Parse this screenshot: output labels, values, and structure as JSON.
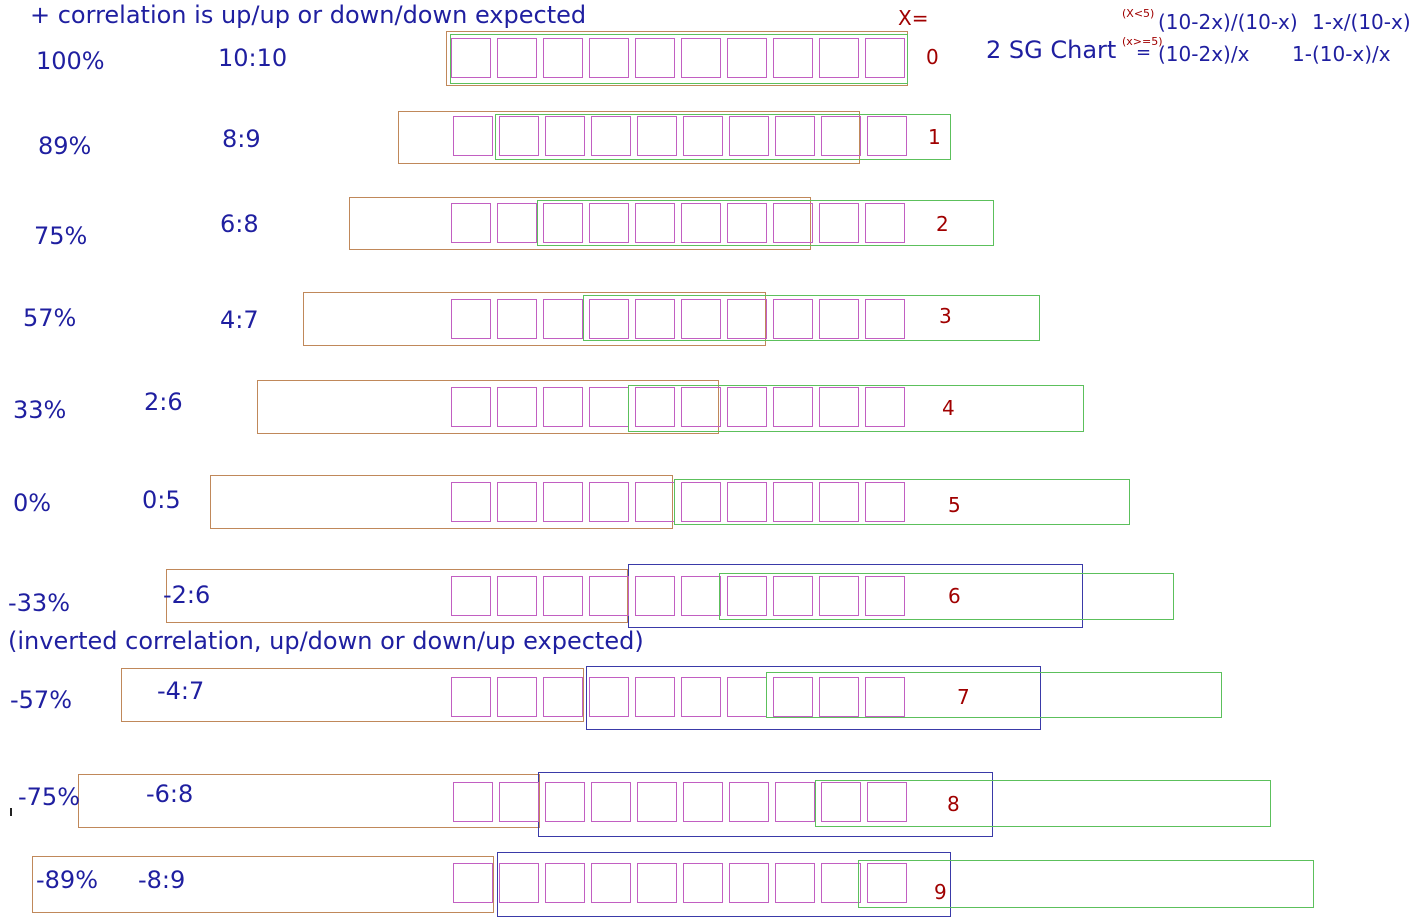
{
  "header": {
    "title": "+ correlation is up/up or down/down expected",
    "x_label": "X=",
    "chart_label": "2 SG Chart",
    "eq_sign": "=",
    "cond_lt": "(X<5)",
    "cond_ge": "(x>=5)",
    "formula_lt_1": "(10-2x)/(10-x)",
    "formula_lt_2": "1-x/(10-x)",
    "formula_ge_1": "(10-2x)/x",
    "formula_ge_2": "1-(10-x)/x"
  },
  "inverted_note": "(inverted correlation, up/down or down/up expected)",
  "rows": [
    {
      "pct": "100%",
      "ratio": "10:10",
      "x": "0"
    },
    {
      "pct": "89%",
      "ratio": "8:9",
      "x": "1"
    },
    {
      "pct": "75%",
      "ratio": "6:8",
      "x": "2"
    },
    {
      "pct": "57%",
      "ratio": "4:7",
      "x": "3"
    },
    {
      "pct": "33%",
      "ratio": "2:6",
      "x": "4"
    },
    {
      "pct": "0%",
      "ratio": "0:5",
      "x": "5"
    },
    {
      "pct": "-33%",
      "ratio": "-2:6",
      "x": "6"
    },
    {
      "pct": "-57%",
      "ratio": "-4:7",
      "x": "7"
    },
    {
      "pct": "-75%",
      "ratio": "-6:8",
      "x": "8"
    },
    {
      "pct": "-89%",
      "ratio": "-8:9",
      "x": "9"
    }
  ],
  "colors": {
    "text": "#1f1fa0",
    "x_values": "#a00000",
    "squares": "#c25fc2",
    "orange_box": "#c0885a",
    "green_box": "#5cc05c",
    "blue_box": "#3a3aa8"
  }
}
